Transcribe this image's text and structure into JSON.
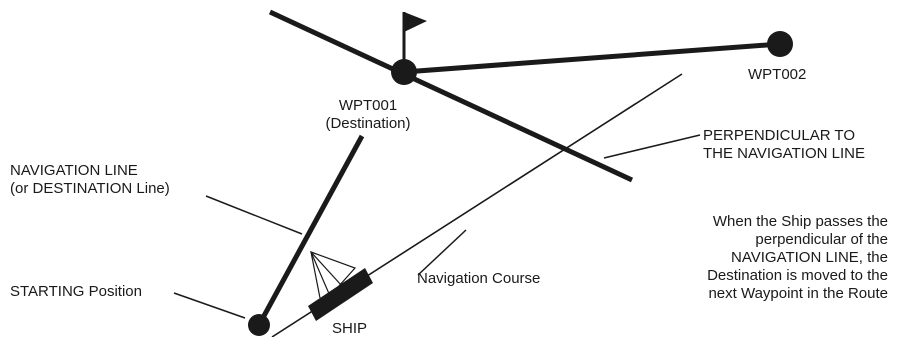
{
  "diagram": {
    "waypoint_1": {
      "name": "WPT001",
      "role": "(Destination)"
    },
    "waypoint_2": {
      "name": "WPT002"
    },
    "perpendicular_label": [
      "PERPENDICULAR TO",
      "THE NAVIGATION LINE"
    ],
    "navigation_line_label": [
      "NAVIGATION LINE",
      "(or DESTINATION Line)"
    ],
    "starting_position_label": "STARTING Position",
    "navigation_course_label": "Navigation Course",
    "ship_label": "SHIP",
    "note": [
      "When the Ship passes the",
      "perpendicular of the",
      "NAVIGATION LINE, the",
      "Destination is moved to the",
      "next Waypoint in the Route"
    ],
    "colors": {
      "ink": "#1a1a1a",
      "background": "#ffffff"
    }
  }
}
